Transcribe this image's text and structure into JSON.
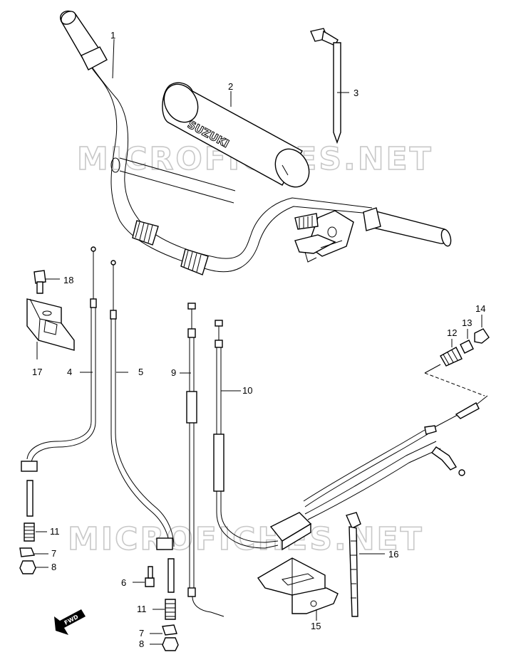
{
  "watermarks": [
    "MICROFICHES.NET",
    "MICROFICHES.NET"
  ],
  "brand_text": "SUZUKI",
  "fwd_text": "FWD",
  "callouts": [
    {
      "id": "c1",
      "text": "1"
    },
    {
      "id": "c2",
      "text": "2"
    },
    {
      "id": "c3",
      "text": "3"
    },
    {
      "id": "c4",
      "text": "4"
    },
    {
      "id": "c5",
      "text": "5"
    },
    {
      "id": "c6",
      "text": "6"
    },
    {
      "id": "c7a",
      "text": "7"
    },
    {
      "id": "c7b",
      "text": "7"
    },
    {
      "id": "c8a",
      "text": "8"
    },
    {
      "id": "c8b",
      "text": "8"
    },
    {
      "id": "c9",
      "text": "9"
    },
    {
      "id": "c10",
      "text": "10"
    },
    {
      "id": "c11a",
      "text": "11"
    },
    {
      "id": "c11b",
      "text": "11"
    },
    {
      "id": "c12",
      "text": "12"
    },
    {
      "id": "c13",
      "text": "13"
    },
    {
      "id": "c14",
      "text": "14"
    },
    {
      "id": "c15",
      "text": "15"
    },
    {
      "id": "c16",
      "text": "16"
    },
    {
      "id": "c17",
      "text": "17"
    },
    {
      "id": "c18",
      "text": "18"
    }
  ]
}
